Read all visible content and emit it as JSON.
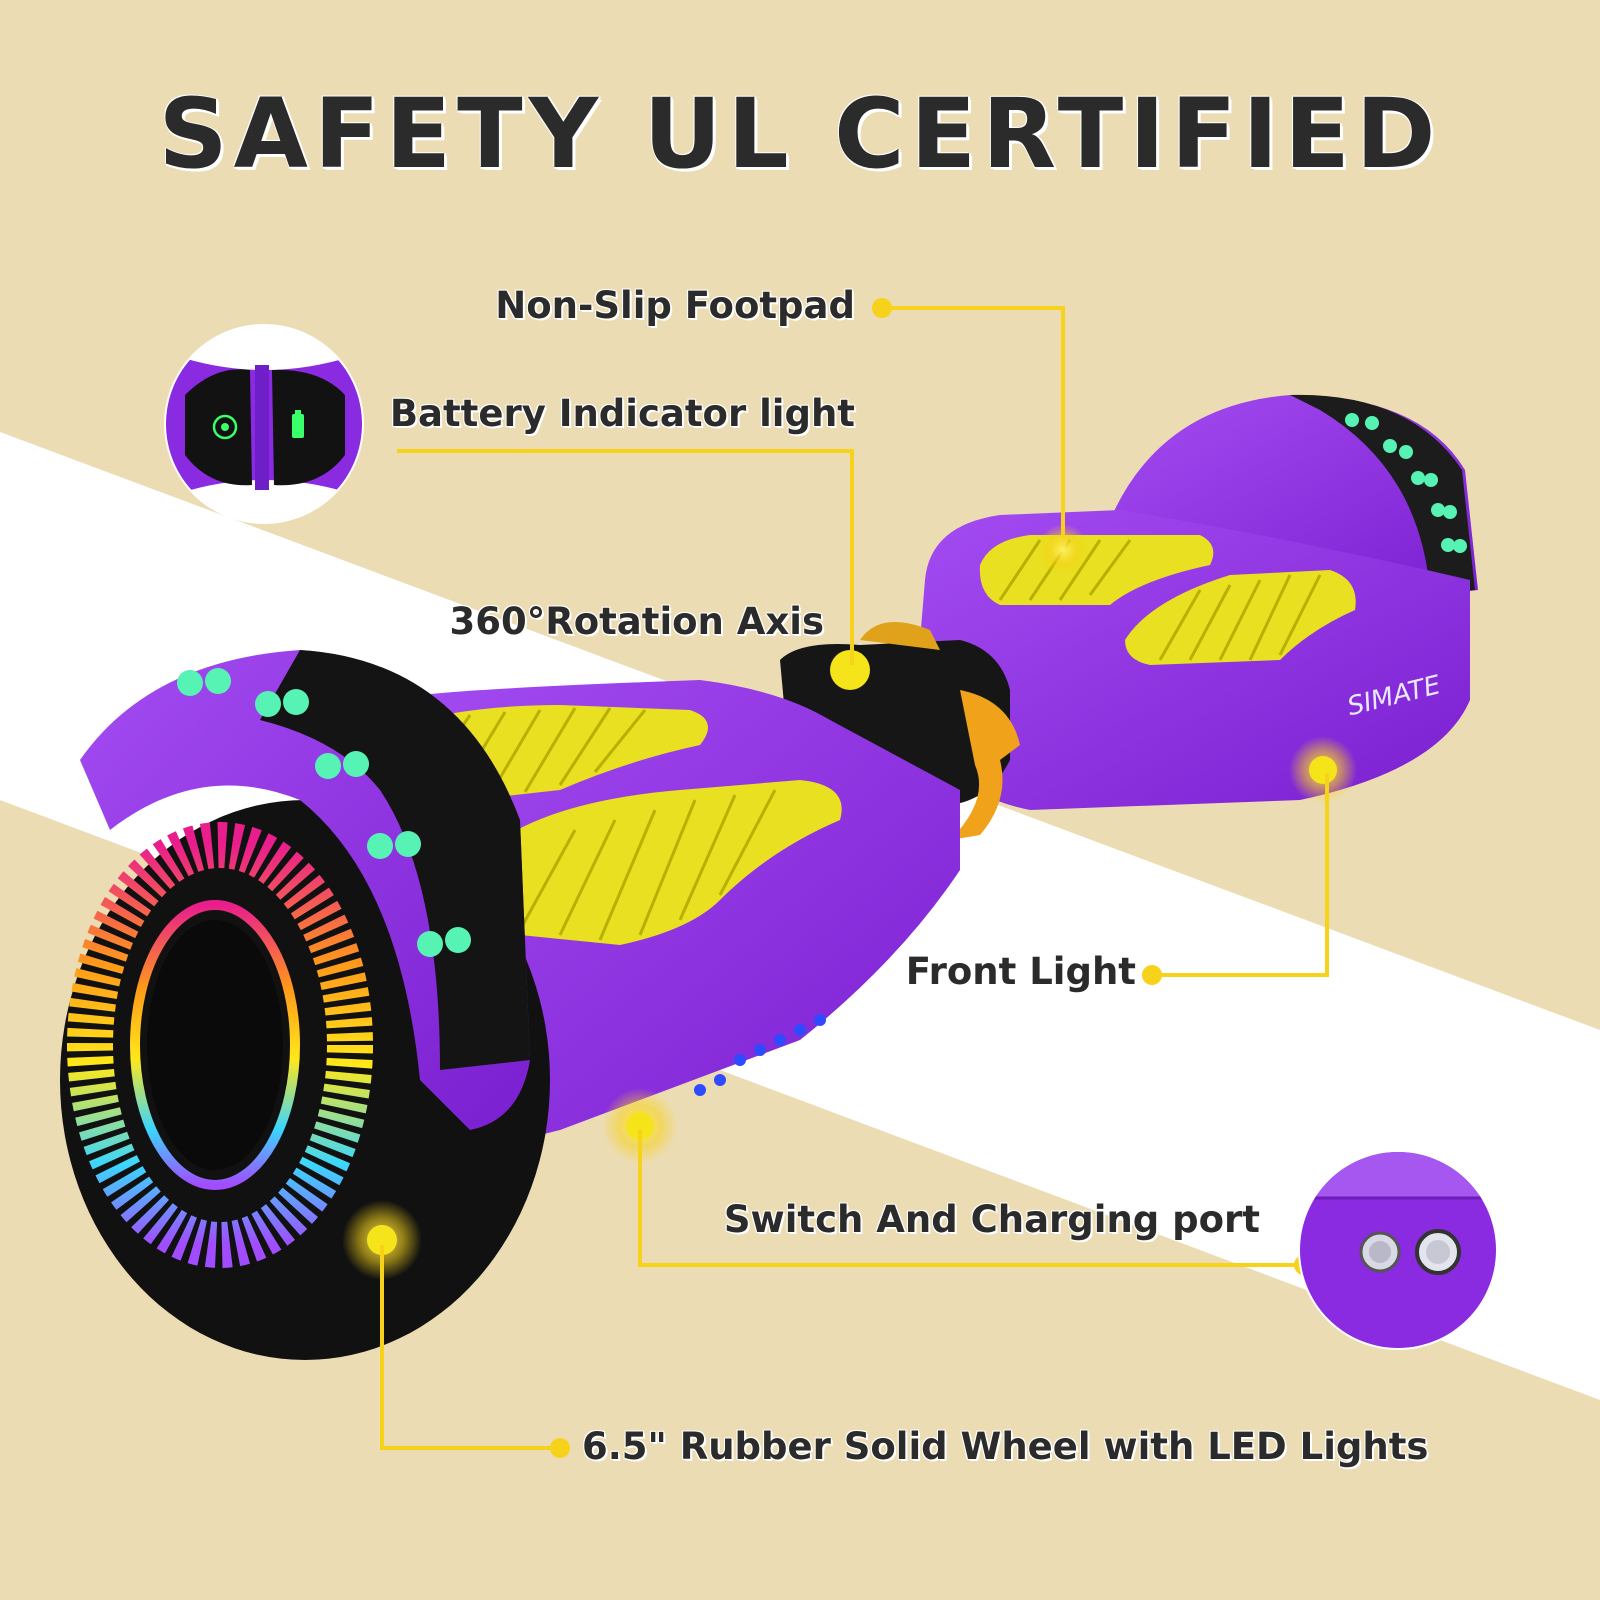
{
  "heading": "SAFETY UL CERTIFIED",
  "brand": "SIMATE",
  "callouts": {
    "footpad": "Non-Slip Footpad",
    "battery": "Battery Indicator light",
    "rotation": "360°Rotation Axis",
    "front_light": "Front Light",
    "switch_port": "Switch  And  Charging  port",
    "wheel": "6.5\" Rubber Solid Wheel with LED Lights"
  },
  "colors": {
    "background": "#ecdcb4",
    "band": "#ffffff",
    "body_purple": "#8d2ee0",
    "footpad_yellow": "#e8e020",
    "callout_yellow": "#f6d21a",
    "led_green": "#57f3b4",
    "text": "#2b2b2b"
  }
}
